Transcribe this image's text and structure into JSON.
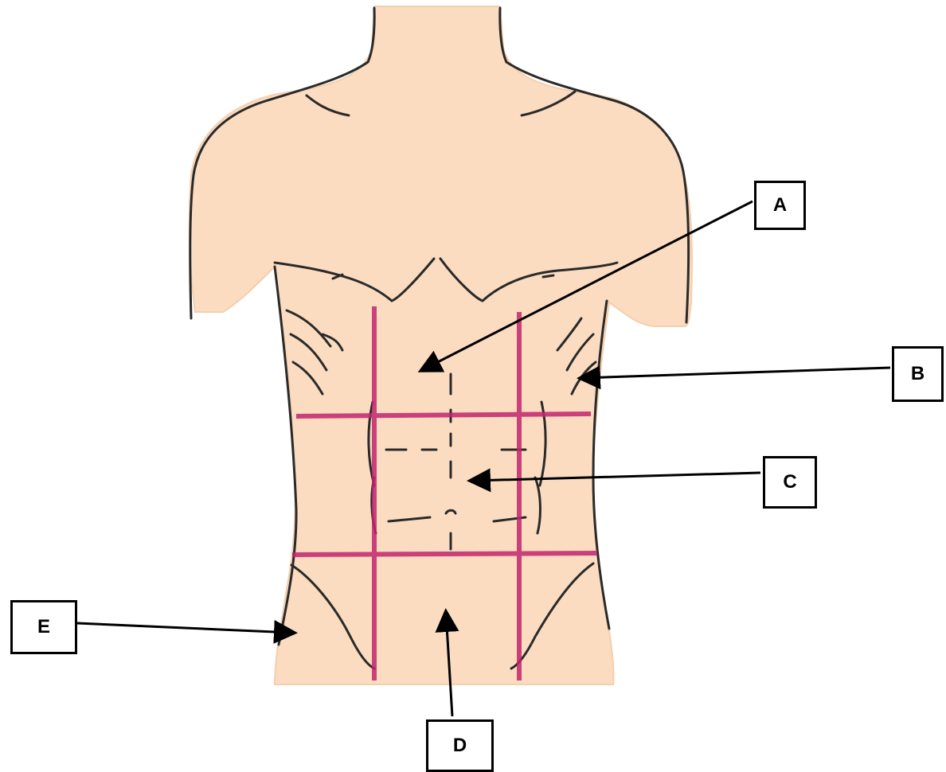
{
  "figure": {
    "regions": [
      {
        "id": "a",
        "label": "A"
      },
      {
        "id": "b",
        "label": "B"
      },
      {
        "id": "c",
        "label": "C"
      },
      {
        "id": "d",
        "label": "D"
      },
      {
        "id": "e",
        "label": "E"
      }
    ]
  },
  "colors": {
    "skin": "#fbdcc0",
    "outline": "#2a2a2a",
    "region_lines": "#c2256e",
    "arrow": "#000000"
  }
}
